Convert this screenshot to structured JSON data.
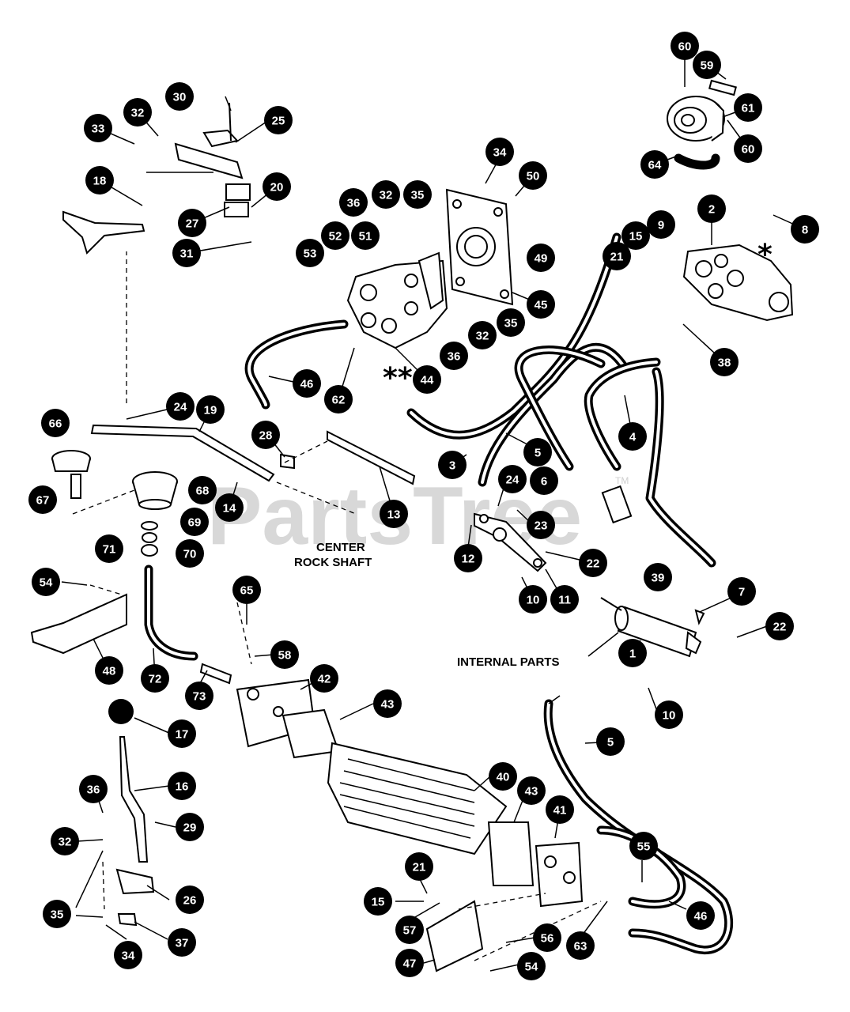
{
  "watermark": {
    "text": "PartsTree",
    "trademark": "TM"
  },
  "labels": {
    "center_rock_shaft": [
      "CENTER",
      "ROCK SHAFT"
    ],
    "internal_parts": "INTERNAL PARTS",
    "single_star": "*",
    "double_star": "**"
  },
  "callouts": [
    "60",
    "59",
    "61",
    "60",
    "64",
    "30",
    "32",
    "25",
    "33",
    "18",
    "20",
    "27",
    "31",
    "34",
    "50",
    "36",
    "32",
    "35",
    "53",
    "52",
    "51",
    "49",
    "45",
    "35",
    "32",
    "36",
    "44",
    "46",
    "62",
    "2",
    "8",
    "21",
    "15",
    "9",
    "38",
    "24",
    "19",
    "66",
    "67",
    "68",
    "69",
    "71",
    "70",
    "28",
    "14",
    "13",
    "3",
    "5",
    "6",
    "4",
    "24",
    "23",
    "12",
    "22",
    "10",
    "11",
    "39",
    "7",
    "22",
    "1",
    "10",
    "54",
    "65",
    "58",
    "42",
    "48",
    "72",
    "73",
    "43",
    "17",
    "40",
    "43",
    "41",
    "5",
    "16",
    "36",
    "32",
    "29",
    "35",
    "26",
    "37",
    "34",
    "21",
    "15",
    "57",
    "55",
    "46",
    "63",
    "56",
    "47",
    "54"
  ]
}
